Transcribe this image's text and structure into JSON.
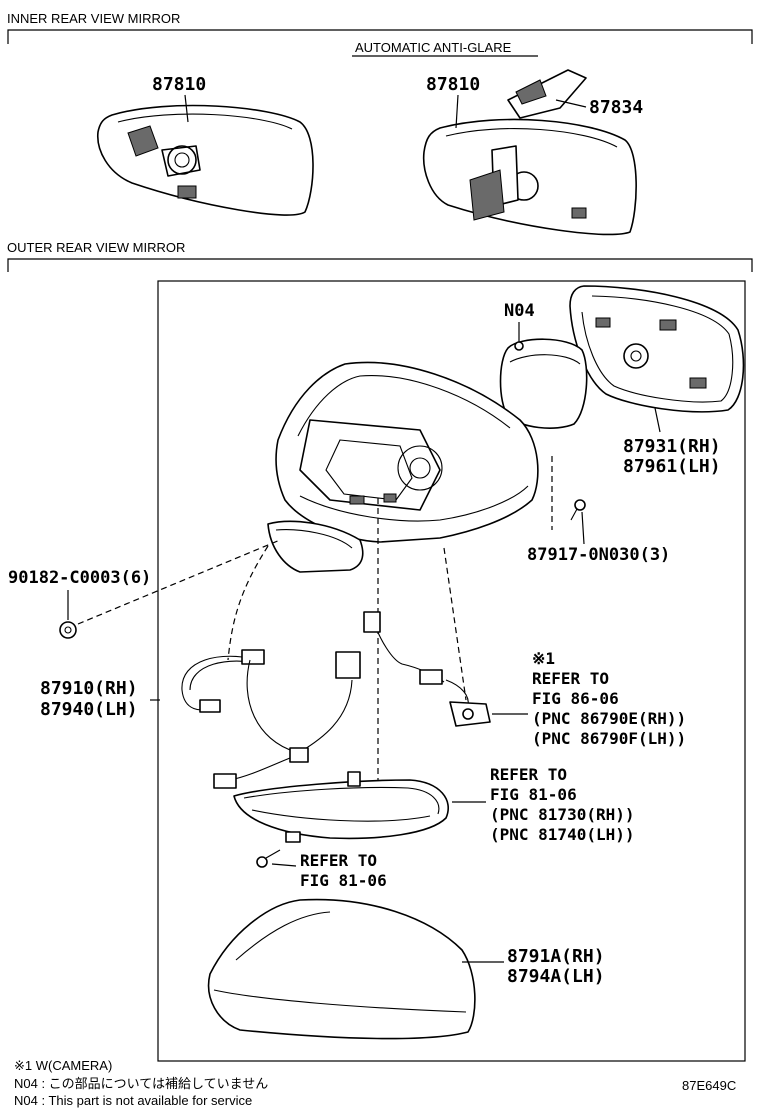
{
  "sections": {
    "inner_title": "INNER REAR VIEW MIRROR",
    "outer_title": "OUTER REAR VIEW MIRROR",
    "auto_antiglare": "AUTOMATIC ANTI-GLARE"
  },
  "parts": {
    "inner_mirror_std": "87810",
    "inner_mirror_auto": "87810",
    "antiglare_cover": "87834",
    "gasket": "N04",
    "mirror_glass_rh": "87931(RH)",
    "mirror_glass_lh": "87961(LH)",
    "screw": "87917-0N030(3)",
    "nut": "90182-C0003(6)",
    "outer_mirror_rh": "87910(RH)",
    "outer_mirror_lh": "87940(LH)",
    "cover_rh": "8791A(RH)",
    "cover_lh": "8794A(LH)"
  },
  "refs": {
    "camera": {
      "mark": "※1",
      "line1": "REFER TO",
      "line2": "FIG 86-06",
      "line3": "(PNC 86790E(RH))",
      "line4": "(PNC 86790F(LH))"
    },
    "turn_lamp": {
      "line1": "REFER TO",
      "line2": "FIG 81-06",
      "line3": "(PNC 81730(RH))",
      "line4": "(PNC 81740(LH))"
    },
    "lamp_screw": {
      "line1": "REFER TO",
      "line2": "FIG 81-06"
    }
  },
  "notes": {
    "note1": "※1 W(CAMERA)",
    "note2": "N04 :  この部品については補給していません",
    "note3": "N04 :  This part is not available for service"
  },
  "figure_code": "87E649C"
}
